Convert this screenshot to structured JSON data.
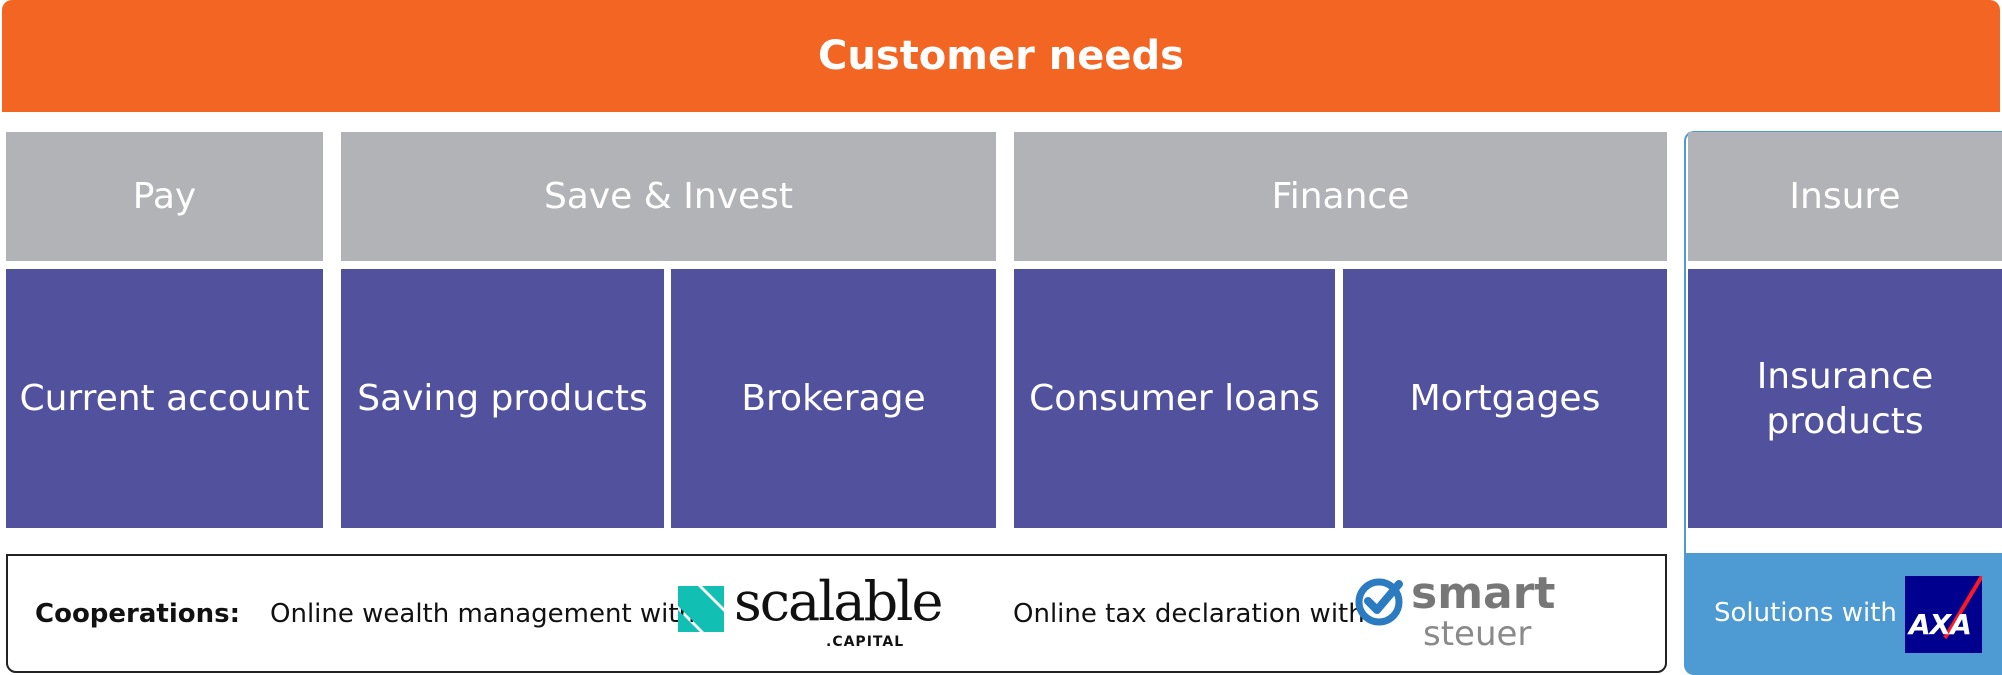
{
  "header": {
    "title": "Customer needs"
  },
  "categories": {
    "pay": "Pay",
    "save_invest": "Save & Invest",
    "finance": "Finance",
    "insure": "Insure"
  },
  "products": {
    "current_account": "Current account",
    "saving_products": "Saving products",
    "brokerage": "Brokerage",
    "consumer_loans": "Consumer loans",
    "mortgages": "Mortgages",
    "insurance_products": "Insurance products"
  },
  "cooperations": {
    "label": "Cooperations:",
    "wealth_text": "Online wealth management with",
    "scalable_logo_main": "scalable",
    "scalable_logo_sub": ".CAPITAL",
    "tax_text": "Online tax declaration with",
    "smart_logo_main": "smart",
    "smart_logo_sub": "steuer"
  },
  "insurance_partner": {
    "text": "Solutions with",
    "logo_text": "AXA"
  },
  "colors": {
    "header": "#f26522",
    "category": "#b2b3b6",
    "product": "#52519d",
    "insure_accent": "#4e9ad2"
  }
}
